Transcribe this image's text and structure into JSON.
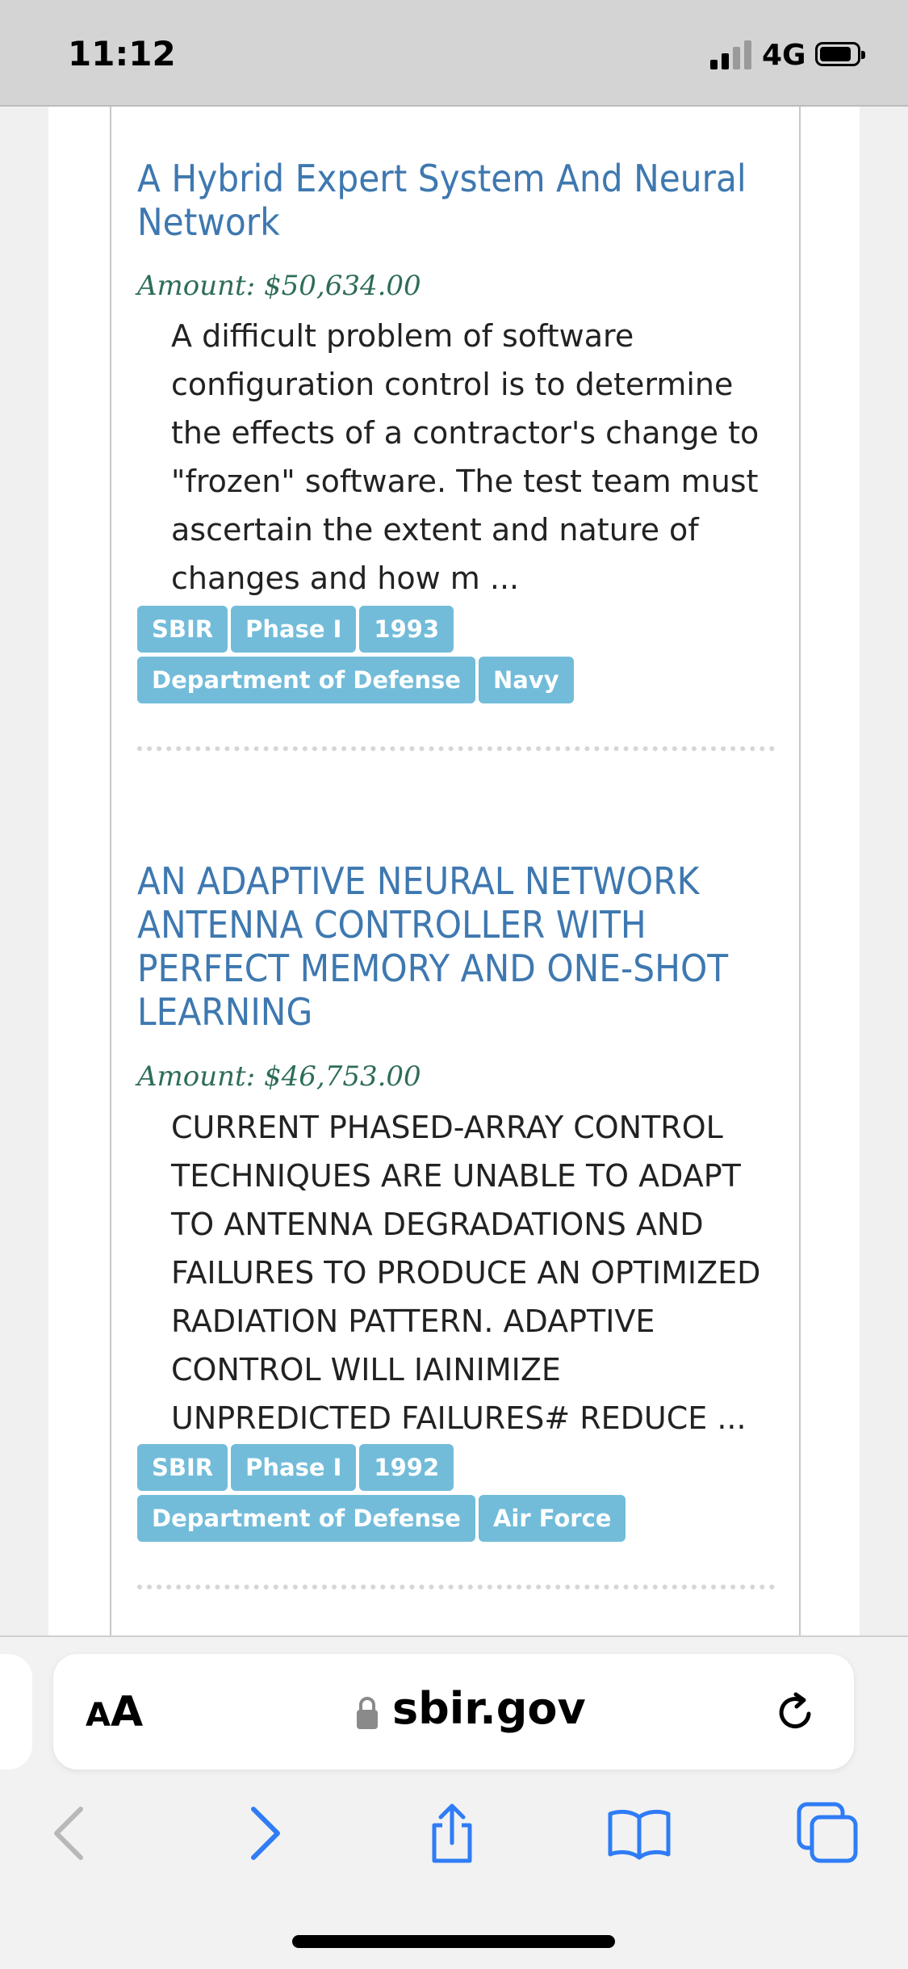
{
  "status_bar": {
    "time": "11:12",
    "network": "4G",
    "signal_bars_active": 2,
    "signal_bars_total": 4
  },
  "results": [
    {
      "title": "A Hybrid Expert System And Neural Network",
      "amount": "Amount: $50,634.00",
      "abstract": "A difficult problem of software configuration control is to determine the effects of a contractor's change to \"frozen\" software. The test team must ascertain the extent and nature of changes and how m ...",
      "tags": [
        "SBIR",
        "Phase I",
        "1993",
        "Department of Defense",
        "Navy"
      ]
    },
    {
      "title": "AN ADAPTIVE NEURAL NETWORK ANTENNA CONTROLLER WITH PERFECT MEMORY AND ONE-SHOT LEARNING",
      "amount": "Amount: $46,753.00",
      "abstract": "CURRENT PHASED-ARRAY CONTROL TECHNIQUES ARE UNABLE TO ADAPT TO ANTENNA DEGRADATIONS AND FAILURES TO PRODUCE AN OPTIMIZED RADIATION PATTERN. ADAPTIVE CONTROL WILL IAINIMIZE UNPREDICTED FAILURES# REDUCE ...",
      "tags": [
        "SBIR",
        "Phase I",
        "1992",
        "Department of Defense",
        "Air Force"
      ]
    }
  ],
  "browser": {
    "aa_label_large": "A",
    "aa_label_small": "A",
    "url": "sbir.gov",
    "icons": [
      "lock-icon",
      "reload-icon",
      "back-icon",
      "forward-icon",
      "share-icon",
      "bookmarks-icon",
      "tabs-icon"
    ],
    "accent_color": "#2f7cf6",
    "disabled_color": "#b8b8b8"
  },
  "colors": {
    "title": "#3e78b0",
    "amount": "#2e6d58",
    "tag_bg": "#72bcd9"
  }
}
